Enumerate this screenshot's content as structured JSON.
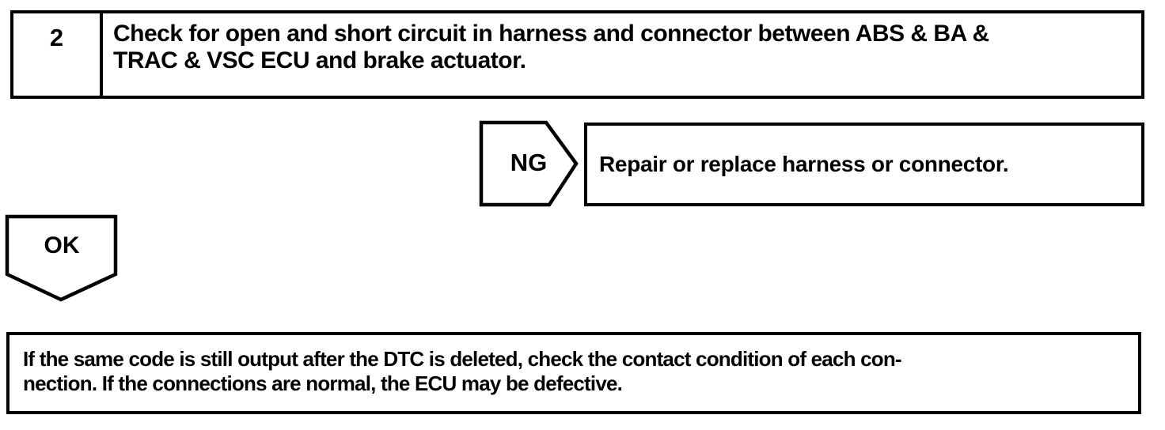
{
  "page": {
    "background_color": "#ffffff",
    "ink_color": "#000000"
  },
  "step_box": {
    "number": "2",
    "instruction_lines": [
      "Check for open and short circuit in harness and connector between ABS & BA &",
      "TRAC & VSC ECU and brake actuator."
    ]
  },
  "ng_branch": {
    "label": "NG",
    "action": "Repair or replace harness or connector."
  },
  "ok_branch": {
    "label": "OK"
  },
  "note_box": {
    "lines": [
      "If the same code is still output after the DTC is deleted, check the contact condition of each con-",
      "nection. If the connections are normal, the ECU may be defective."
    ]
  }
}
